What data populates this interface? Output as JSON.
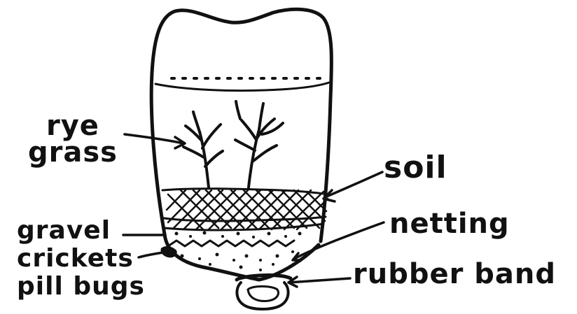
{
  "labels": {
    "rye": "rye",
    "grass": "grass",
    "soil": "soil",
    "gravel": "gravel",
    "netting": "netting",
    "crickets": "crickets",
    "pill_bugs": "pill bugs",
    "rubber_band": "rubber band"
  },
  "colors": {
    "ink": "#111111",
    "paper": "#ffffff"
  }
}
